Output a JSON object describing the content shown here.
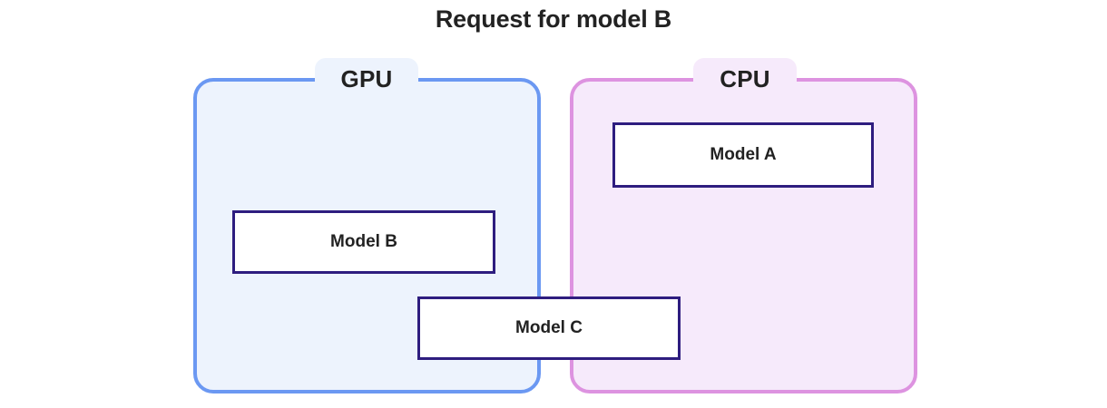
{
  "diagram": {
    "title": "Request for model B",
    "type": "deployment-placement-diagram",
    "zones": [
      {
        "id": "gpu",
        "label": "GPU",
        "border_color": "#6b98f2",
        "fill_color": "#edf3fd"
      },
      {
        "id": "cpu",
        "label": "CPU",
        "border_color": "#dd93e0",
        "fill_color": "#f6eafb"
      }
    ],
    "models": [
      {
        "id": "model-a",
        "label": "Model A",
        "zone": "cpu",
        "border_color": "#2e1d7f",
        "fill_color": "#ffffff"
      },
      {
        "id": "model-b",
        "label": "Model B",
        "zone": "gpu",
        "border_color": "#2e1d7f",
        "fill_color": "#ffffff"
      },
      {
        "id": "model-c",
        "label": "Model C",
        "zone": "gpu-cpu-straddling",
        "border_color": "#2e1d7f",
        "fill_color": "#ffffff"
      }
    ],
    "colors": {
      "background": "#ffffff",
      "text": "#222222"
    }
  }
}
